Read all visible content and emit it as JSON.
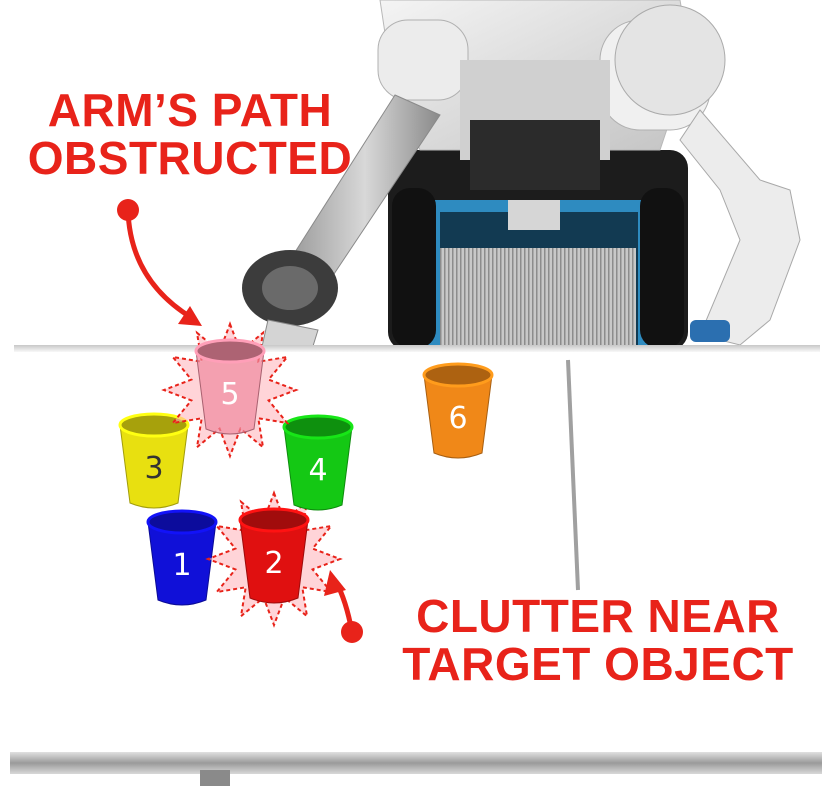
{
  "annotations": {
    "arm_path": {
      "line1": "ARM’S PATH",
      "line2": "OBSTRUCTED"
    },
    "clutter": {
      "line1": "CLUTTER NEAR",
      "line2": "TARGET OBJECT"
    }
  },
  "cups": [
    {
      "label": "1",
      "color": "#1010d8",
      "highlighted": false
    },
    {
      "label": "2",
      "color": "#e01010",
      "highlighted": true
    },
    {
      "label": "3",
      "color": "#e8e010",
      "highlighted": false
    },
    {
      "label": "4",
      "color": "#14c814",
      "highlighted": false
    },
    {
      "label": "5",
      "color": "#f08aa0",
      "highlighted": true
    },
    {
      "label": "6",
      "color": "#f08818",
      "highlighted": false
    }
  ],
  "colors": {
    "annotation_red": "#e8231a",
    "highlight_fill": "#ffb0b8",
    "table": "#ffffff",
    "robot_base": "#1a1a1a",
    "robot_accent": "#2e8bc0"
  }
}
